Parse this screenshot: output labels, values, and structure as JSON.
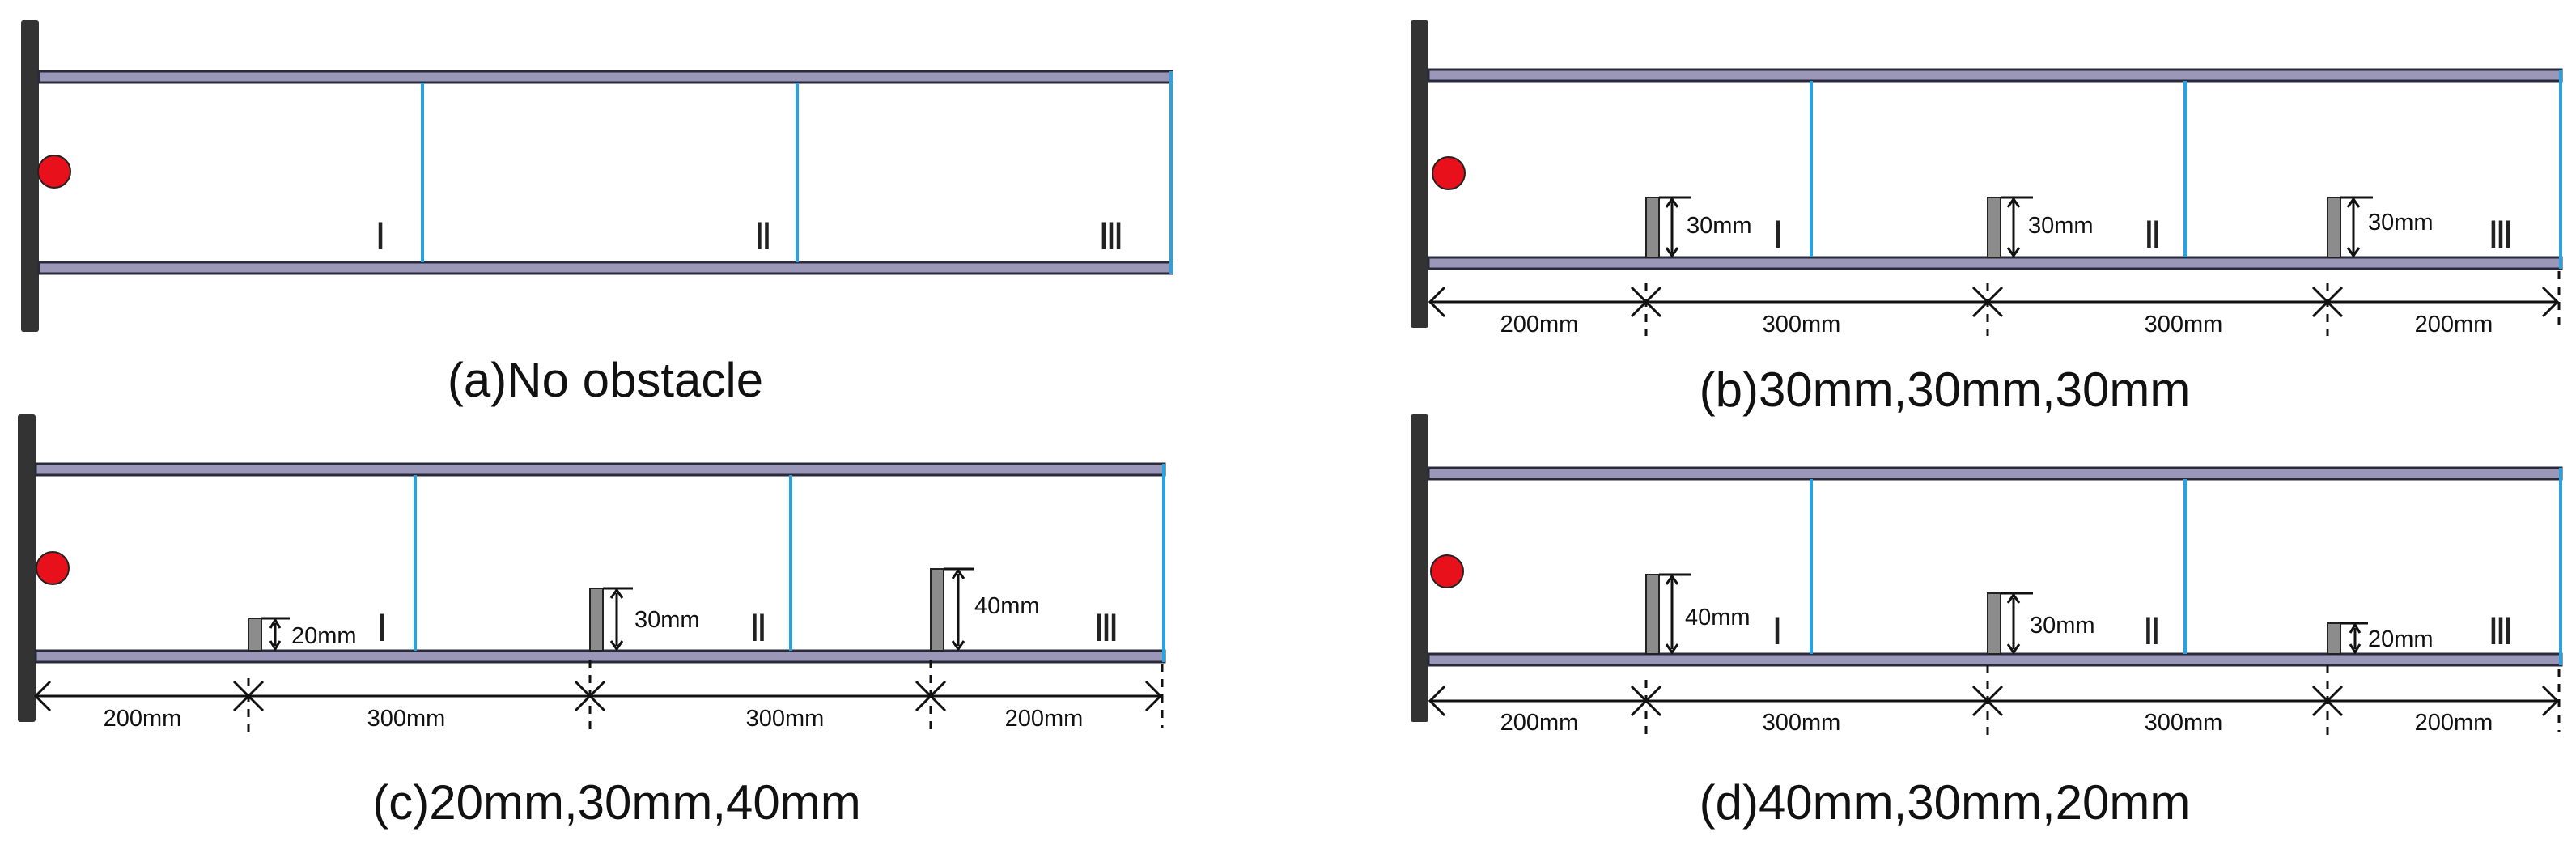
{
  "panels": [
    {
      "caption": "(a)No obstacle",
      "section_labels": [
        "Ⅰ",
        "Ⅱ",
        "Ⅲ"
      ],
      "obstacles": [],
      "spans": []
    },
    {
      "caption": "(b)30mm,30mm,30mm",
      "section_labels": [
        "Ⅰ",
        "Ⅱ",
        "Ⅲ"
      ],
      "obstacles": [
        {
          "height_mm": 30,
          "label": "30mm"
        },
        {
          "height_mm": 30,
          "label": "30mm"
        },
        {
          "height_mm": 30,
          "label": "30mm"
        }
      ],
      "spans": [
        "200mm",
        "300mm",
        "300mm",
        "200mm"
      ]
    },
    {
      "caption": "(c)20mm,30mm,40mm",
      "section_labels": [
        "Ⅰ",
        "Ⅱ",
        "Ⅲ"
      ],
      "obstacles": [
        {
          "height_mm": 20,
          "label": "20mm"
        },
        {
          "height_mm": 30,
          "label": "30mm"
        },
        {
          "height_mm": 40,
          "label": "40mm"
        }
      ],
      "spans": [
        "200mm",
        "300mm",
        "300mm",
        "200mm"
      ]
    },
    {
      "caption": "(d)40mm,30mm,20mm",
      "section_labels": [
        "Ⅰ",
        "Ⅱ",
        "Ⅲ"
      ],
      "obstacles": [
        {
          "height_mm": 40,
          "label": "40mm"
        },
        {
          "height_mm": 30,
          "label": "30mm"
        },
        {
          "height_mm": 20,
          "label": "20mm"
        }
      ],
      "spans": [
        "200mm",
        "300mm",
        "300mm",
        "200mm"
      ]
    }
  ],
  "colors": {
    "channel_wall": "#9b97b8",
    "channel_outline": "#2a2a3a",
    "end_plate": "#333333",
    "ignition_source": "#e8101a",
    "measurement_line": "#29a3e0",
    "obstacle": "#8c8c8c"
  }
}
